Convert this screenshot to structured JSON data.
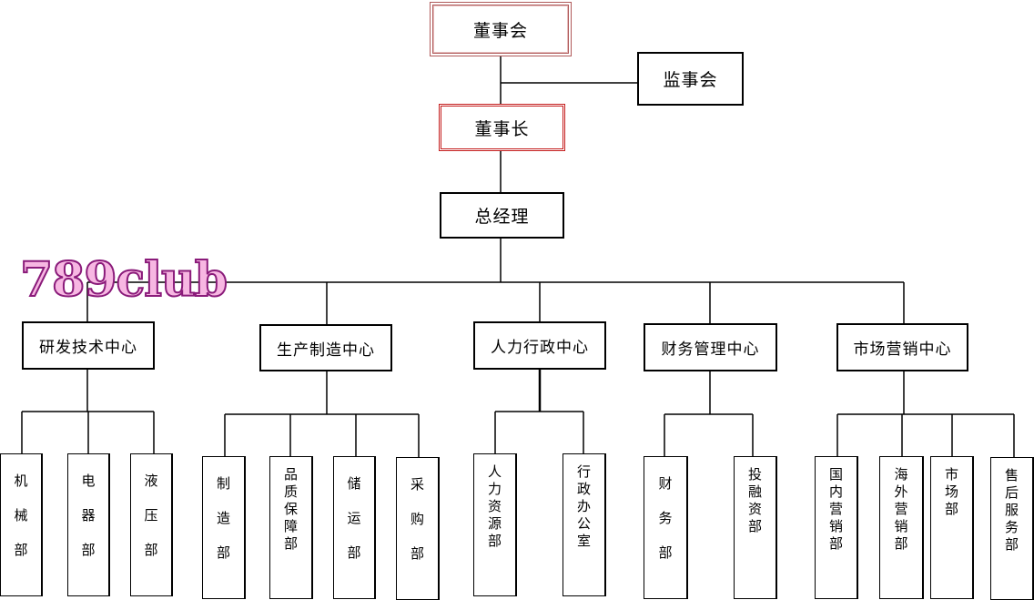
{
  "nodes": {
    "board": "董事会",
    "supervisors": "监事会",
    "chairman": "董事长",
    "general_manager": "总经理"
  },
  "centers": [
    {
      "label": "研发技术中心"
    },
    {
      "label": "生产制造中心"
    },
    {
      "label": "人力行政中心"
    },
    {
      "label": "财务管理中心"
    },
    {
      "label": "市场营销中心"
    }
  ],
  "departments": [
    {
      "label": "机\n械\n部"
    },
    {
      "label": "电\n器\n部"
    },
    {
      "label": "液\n压\n部"
    },
    {
      "label": "制\n造\n部"
    },
    {
      "label": "品\n质\n保\n障\n部"
    },
    {
      "label": "储\n运\n部"
    },
    {
      "label": "采\n购\n部"
    },
    {
      "label": "人\n力\n资\n源\n部"
    },
    {
      "label": "行\n政\n办\n公\n室"
    },
    {
      "label": "财\n务\n部"
    },
    {
      "label": "投\n融\n资\n部"
    },
    {
      "label": "国\n内\n营\n销\n部"
    },
    {
      "label": "海\n外\n营\n销\n部"
    },
    {
      "label": "市\n场\n部"
    },
    {
      "label": "售\n后\n服\n务\n部"
    }
  ],
  "watermark": "789club"
}
